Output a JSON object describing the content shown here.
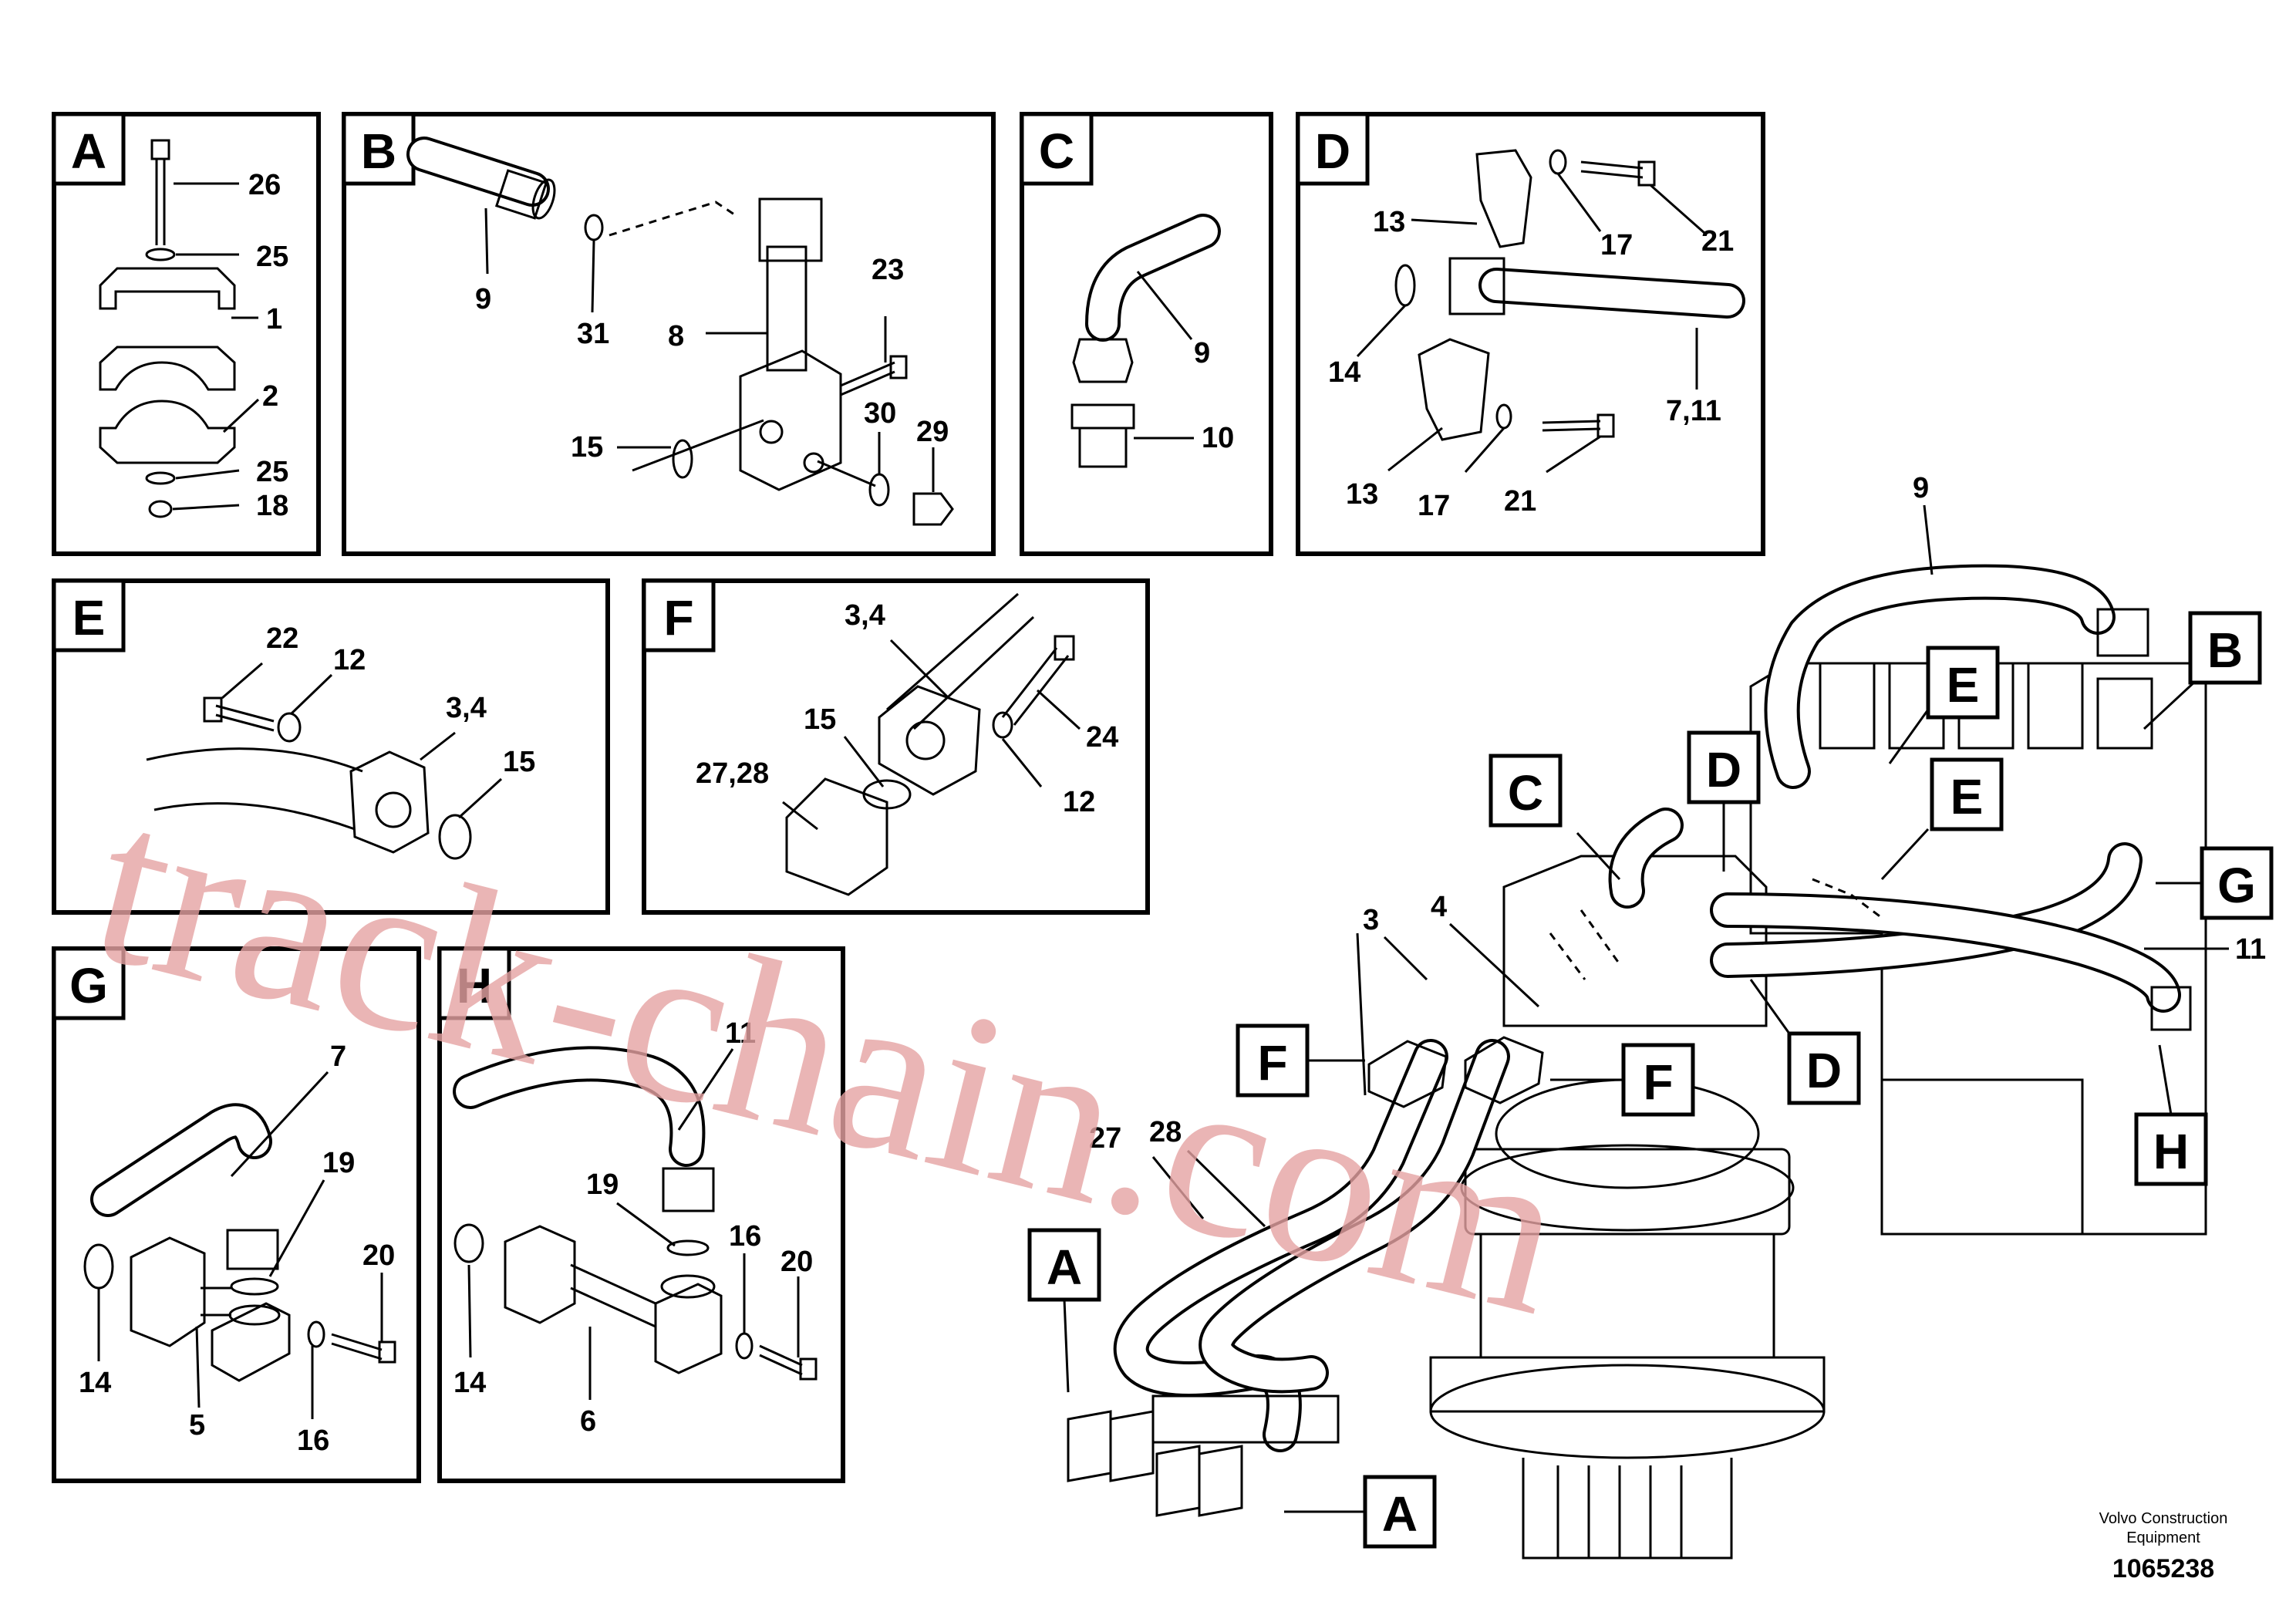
{
  "panels": {
    "A": {
      "letter": "A",
      "labels": [
        "26",
        "25",
        "1",
        "2",
        "25",
        "18"
      ]
    },
    "B": {
      "letter": "B",
      "labels": [
        "9",
        "31",
        "8",
        "23",
        "15",
        "30",
        "29"
      ]
    },
    "C": {
      "letter": "C",
      "labels": [
        "9",
        "10"
      ]
    },
    "D": {
      "letter": "D",
      "labels": [
        "13",
        "17",
        "21",
        "14",
        "7,11",
        "13",
        "17",
        "21"
      ]
    },
    "E": {
      "letter": "E",
      "labels": [
        "22",
        "12",
        "3,4",
        "15"
      ]
    },
    "F": {
      "letter": "F",
      "labels": [
        "3,4",
        "15",
        "24",
        "27,28",
        "12"
      ]
    },
    "G": {
      "letter": "G",
      "labels": [
        "7",
        "19",
        "20",
        "14",
        "5",
        "16"
      ]
    },
    "H": {
      "letter": "H",
      "labels": [
        "11",
        "19",
        "16",
        "20",
        "14",
        "6"
      ]
    }
  },
  "main": {
    "labels": [
      "9",
      "3",
      "4",
      "11",
      "27",
      "28"
    ],
    "tags": [
      "C",
      "D",
      "E",
      "E",
      "B",
      "G",
      "F",
      "F",
      "D",
      "H",
      "A",
      "A"
    ]
  },
  "watermark": "track-chain.com",
  "footer": {
    "company_line1": "Volvo Construction",
    "company_line2": "Equipment",
    "drawing_number": "1065238"
  }
}
